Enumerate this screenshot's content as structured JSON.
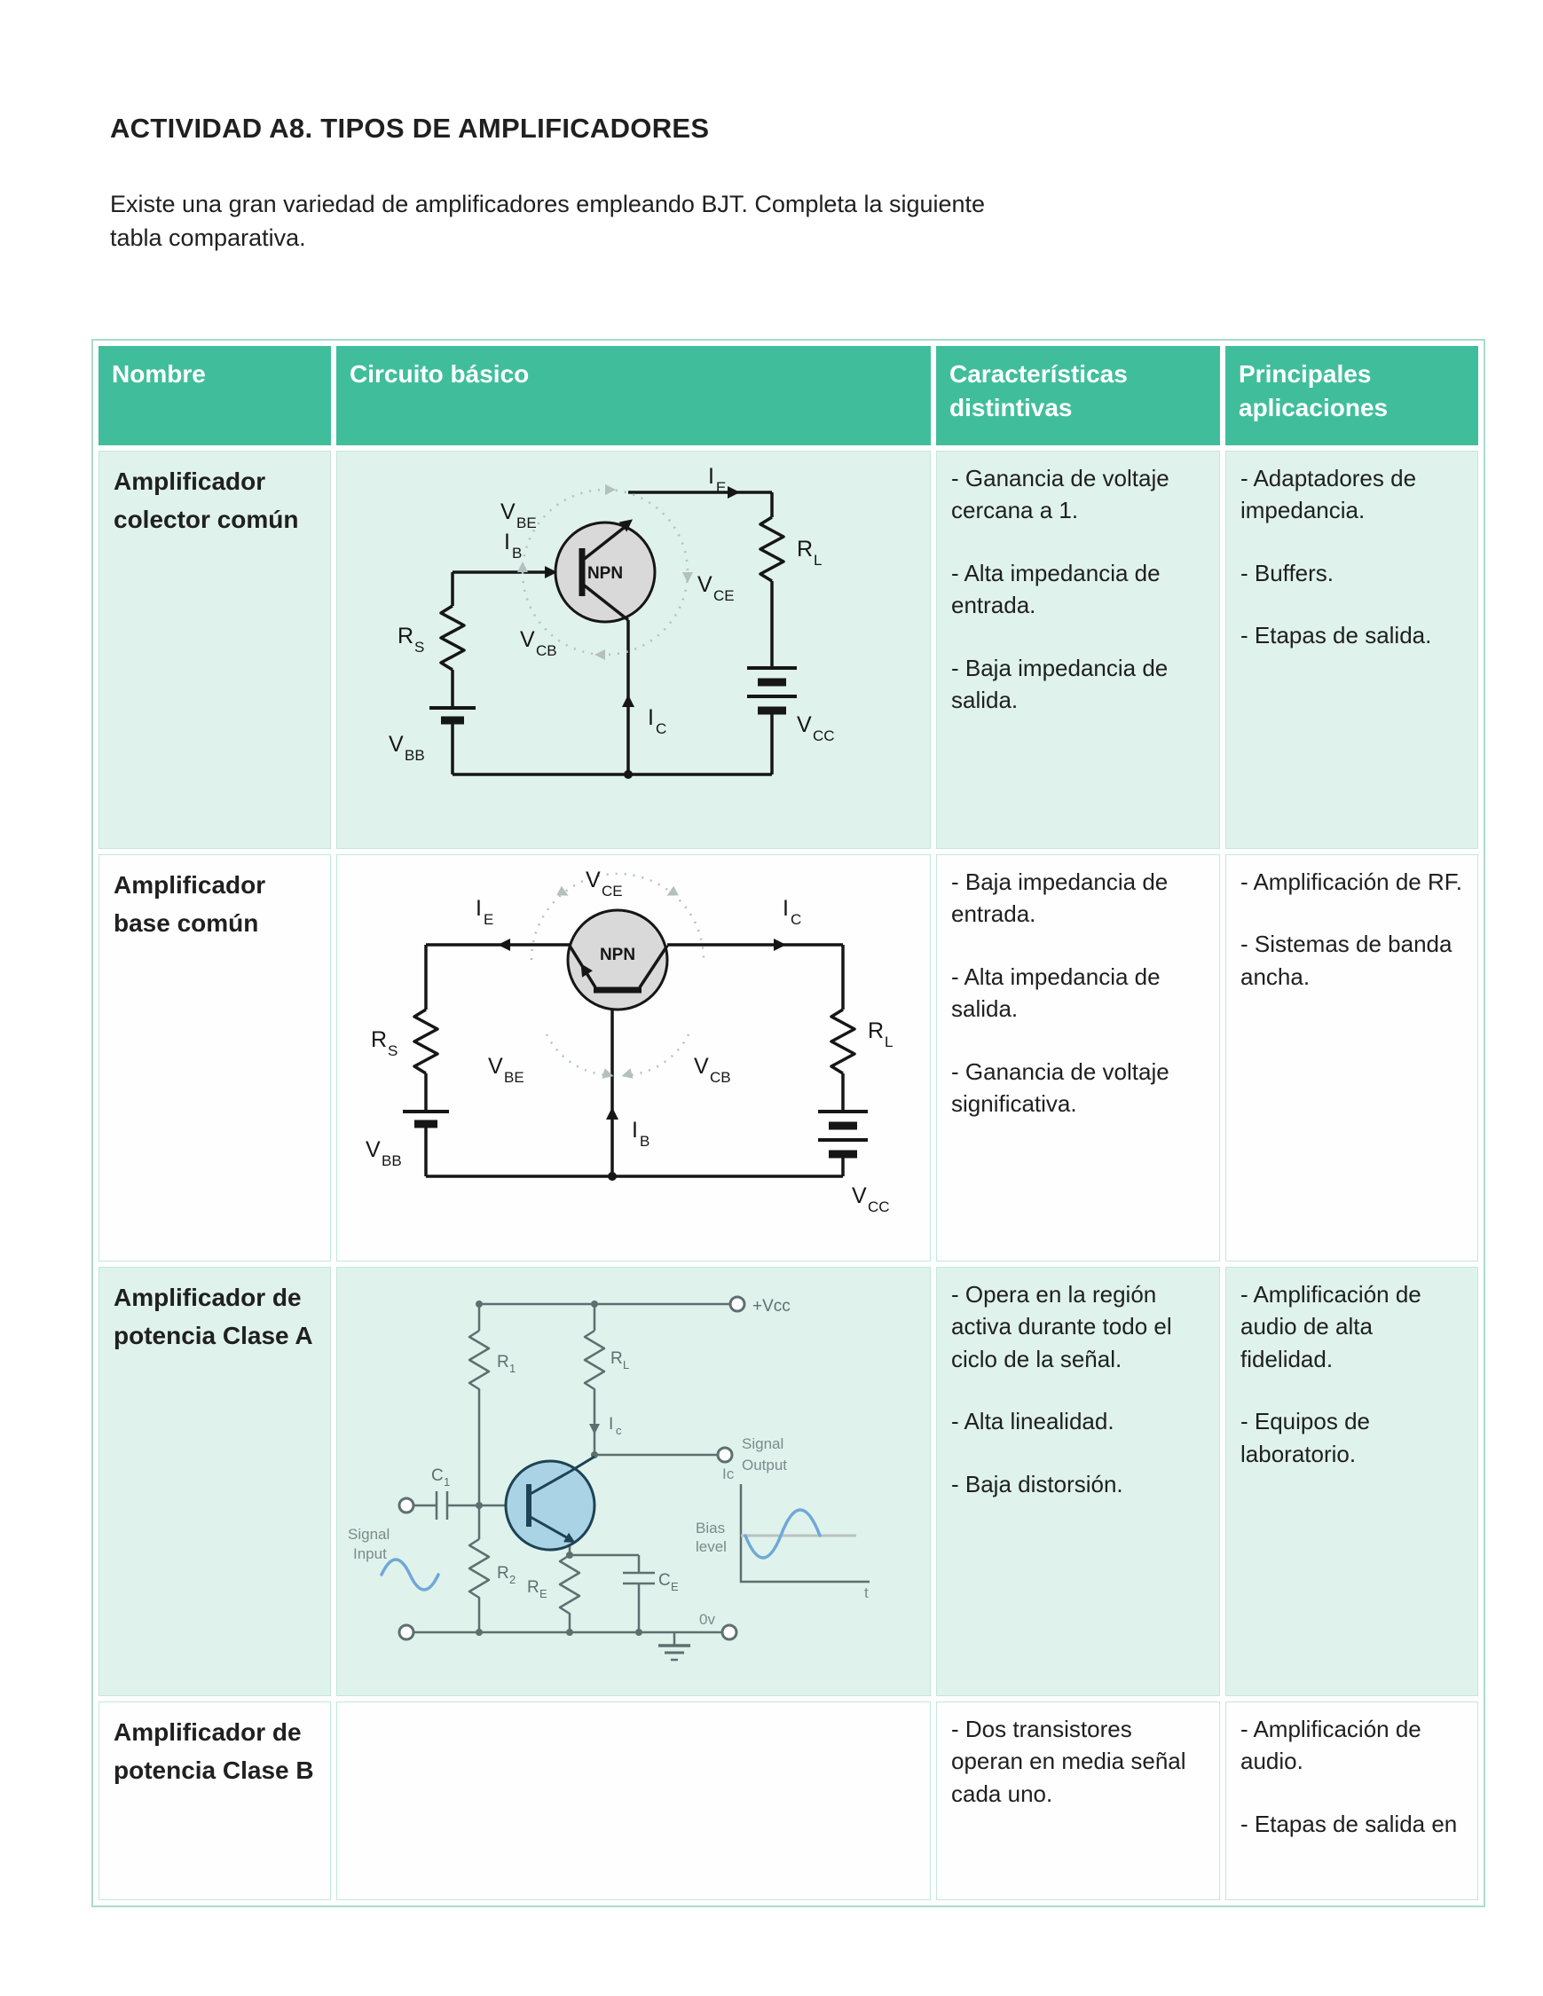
{
  "page": {
    "title": "ACTIVIDAD A8. TIPOS DE AMPLIFICADORES",
    "intro": "Existe una gran variedad de amplificadores empleando BJT. Completa la siguiente tabla comparativa."
  },
  "colors": {
    "header_bg": "#40be9b",
    "header_text": "#ffffff",
    "row_alt_bg": "#dff2ec",
    "row_bg": "#fefefe",
    "table_border": "#a9dcc9",
    "cell_border": "#c2e8da",
    "text": "#202020",
    "circuit_ink": "#161616",
    "circuit_gray_ink": "#5f6f6f",
    "transistor_fill": "#d9d9d9",
    "transistor_blue_fill": "#abd3e6",
    "signal_blue": "#6fa8d6",
    "dashed_arc": "#b5bfbf"
  },
  "table": {
    "headers": [
      "Nombre",
      "Circuito básico",
      "Características distintivas",
      "Principales aplicaciones"
    ],
    "rows": [
      {
        "name": "Amplificador colector común",
        "characteristics": [
          "- Ganancia de voltaje cercana a 1.",
          "- Alta impedancia de entrada.",
          "- Baja impedancia de salida."
        ],
        "applications": [
          "- Adaptadores de impedancia.",
          "- Buffers.",
          "- Etapas de salida."
        ]
      },
      {
        "name": "Amplificador base común",
        "characteristics": [
          "- Baja impedancia de entrada.",
          "- Alta impedancia de salida.",
          "- Ganancia de voltaje significativa."
        ],
        "applications": [
          "- Amplificación de RF.",
          "- Sistemas de banda ancha."
        ]
      },
      {
        "name": "Amplificador de potencia Clase A",
        "characteristics": [
          "- Opera en la región activa durante todo el ciclo de la señal.",
          "- Alta linealidad.",
          "- Baja distorsión."
        ],
        "applications": [
          "- Amplificación de audio de alta fidelidad.",
          "- Equipos de laboratorio."
        ]
      },
      {
        "name": "Amplificador de potencia Clase B",
        "characteristics": [
          "- Dos transistores operan en media señal cada uno."
        ],
        "applications": [
          "- Amplificación de audio.",
          "- Etapas de salida en"
        ]
      }
    ]
  },
  "circuits": {
    "common_collector": {
      "transistor": "NPN",
      "v_be": {
        "m": "V",
        "s": "BE"
      },
      "i_b": {
        "m": "I",
        "s": "B"
      },
      "i_e": {
        "m": "I",
        "s": "E"
      },
      "r_l": {
        "m": "R",
        "s": "L"
      },
      "v_ce": {
        "m": "V",
        "s": "CE"
      },
      "r_s": {
        "m": "R",
        "s": "S"
      },
      "v_cb": {
        "m": "V",
        "s": "CB"
      },
      "i_c": {
        "m": "I",
        "s": "C"
      },
      "v_cc": {
        "m": "V",
        "s": "CC"
      },
      "v_bb": {
        "m": "V",
        "s": "BB"
      }
    },
    "common_base": {
      "transistor": "NPN",
      "v_ce": {
        "m": "V",
        "s": "CE"
      },
      "i_e": {
        "m": "I",
        "s": "E"
      },
      "i_c": {
        "m": "I",
        "s": "C"
      },
      "r_s": {
        "m": "R",
        "s": "S"
      },
      "v_be": {
        "m": "V",
        "s": "BE"
      },
      "v_cb": {
        "m": "V",
        "s": "CB"
      },
      "r_l": {
        "m": "R",
        "s": "L"
      },
      "i_b": {
        "m": "I",
        "s": "B"
      },
      "v_bb": {
        "m": "V",
        "s": "BB"
      },
      "v_cc": {
        "m": "V",
        "s": "CC"
      }
    },
    "class_a": {
      "vcc_terminal": "+Vcc",
      "r_1": {
        "m": "R",
        "s": "1"
      },
      "r_l": {
        "m": "R",
        "s": "L"
      },
      "i_c": {
        "m": "I",
        "s": "c"
      },
      "c_1": {
        "m": "C",
        "s": "1"
      },
      "signal_input_line1": "Signal",
      "signal_input_line2": "Input",
      "signal_output_line1": "Signal",
      "signal_output_line2": "Output",
      "graph_y_label": "Ic",
      "graph_x_label": "t",
      "bias_line1": "Bias",
      "bias_line2": "level",
      "r_2": {
        "m": "R",
        "s": "2"
      },
      "r_e": {
        "m": "R",
        "s": "E"
      },
      "c_e": {
        "m": "C",
        "s": "E"
      },
      "zero_volt": "0v"
    }
  }
}
